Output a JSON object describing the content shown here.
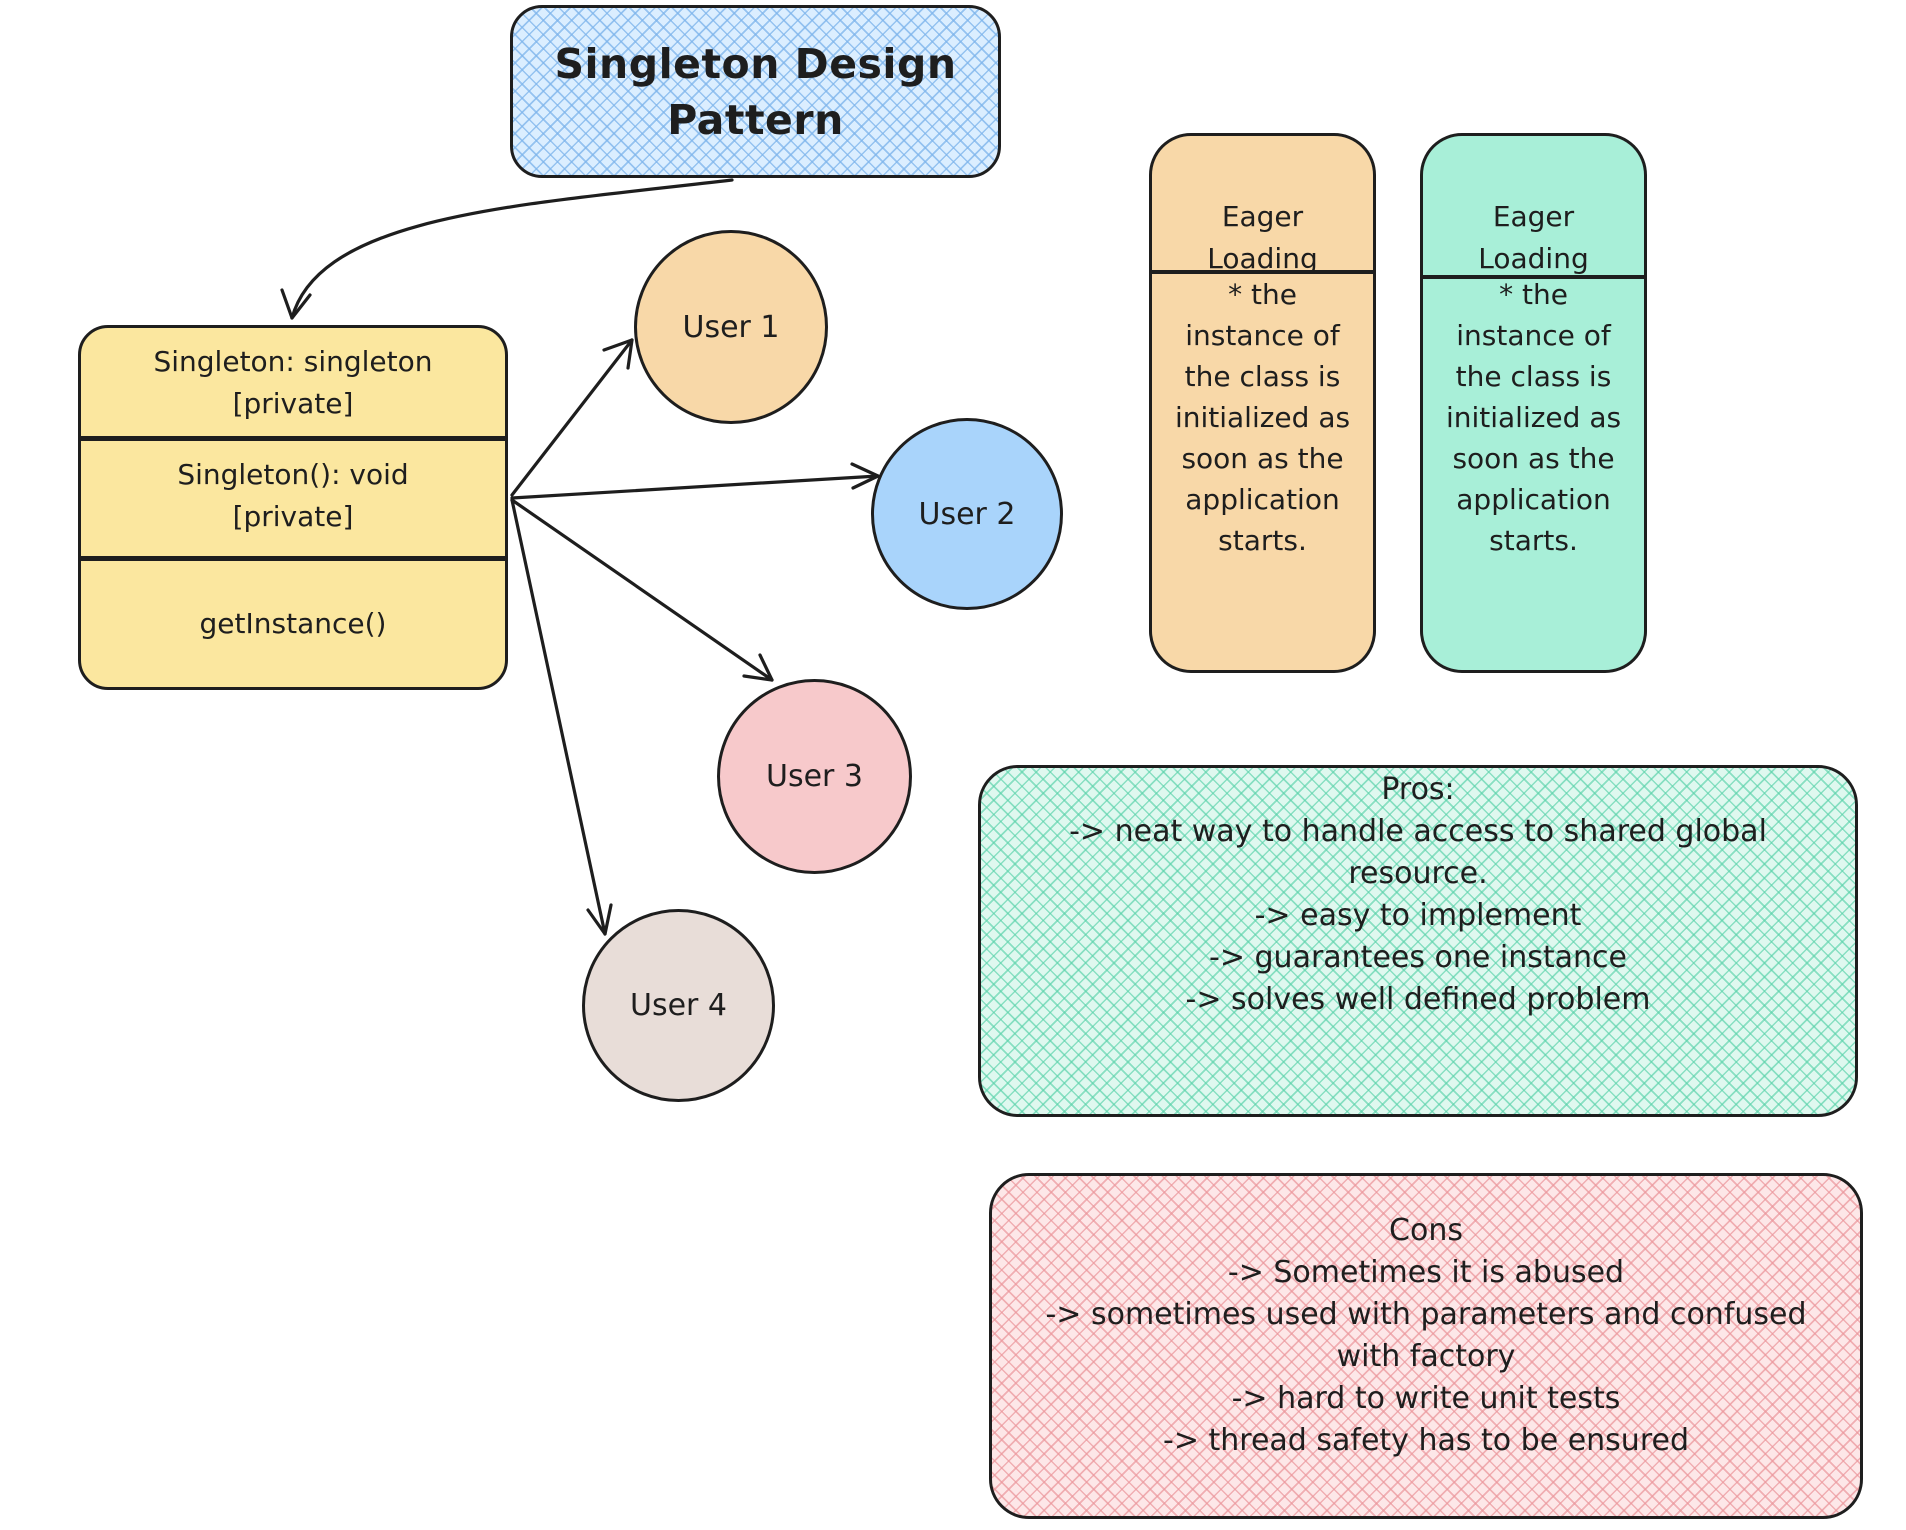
{
  "title": {
    "line1": "Singleton Design",
    "line2": "Pattern",
    "fill": "#dbeeff"
  },
  "singleton_class": {
    "field": {
      "line1": "Singleton: singleton",
      "line2": "[private]"
    },
    "constructor": {
      "line1": "Singleton(): void",
      "line2": "[private]"
    },
    "method": "getInstance()",
    "fill": "#fbe79f"
  },
  "users": [
    {
      "label": "User 1",
      "color": "#f8d8a8"
    },
    {
      "label": "User 2",
      "color": "#a9d4fb"
    },
    {
      "label": "User 3",
      "color": "#f7c9cb"
    },
    {
      "label": "User 4",
      "color": "#e8ddd8"
    }
  ],
  "eager_boxes": [
    {
      "header_lines": [
        "Eager",
        "Loading"
      ],
      "body_lines": [
        "* the",
        "instance of",
        "the class is",
        "initialized as",
        "soon as the",
        "application",
        "starts."
      ],
      "color": "#f8d8a8"
    },
    {
      "header_lines": [
        "Eager",
        "Loading"
      ],
      "body_lines": [
        "* the",
        "instance of",
        "the class is",
        "initialized as",
        "soon as the",
        "application",
        "starts."
      ],
      "color": "#a8efd8"
    }
  ],
  "pros": {
    "lines": [
      "Pros:",
      "-> neat way to handle access to shared global",
      "resource.",
      "-> easy to implement",
      "-> guarantees one instance",
      "-> solves well defined problem"
    ],
    "color": "#dff8ef"
  },
  "cons": {
    "lines": [
      "Cons",
      "-> Sometimes it is abused",
      "-> sometimes used with parameters and confused",
      "with factory",
      "-> hard to write unit tests",
      "-> thread safety has to be ensured"
    ],
    "color": "#fde7e8"
  }
}
